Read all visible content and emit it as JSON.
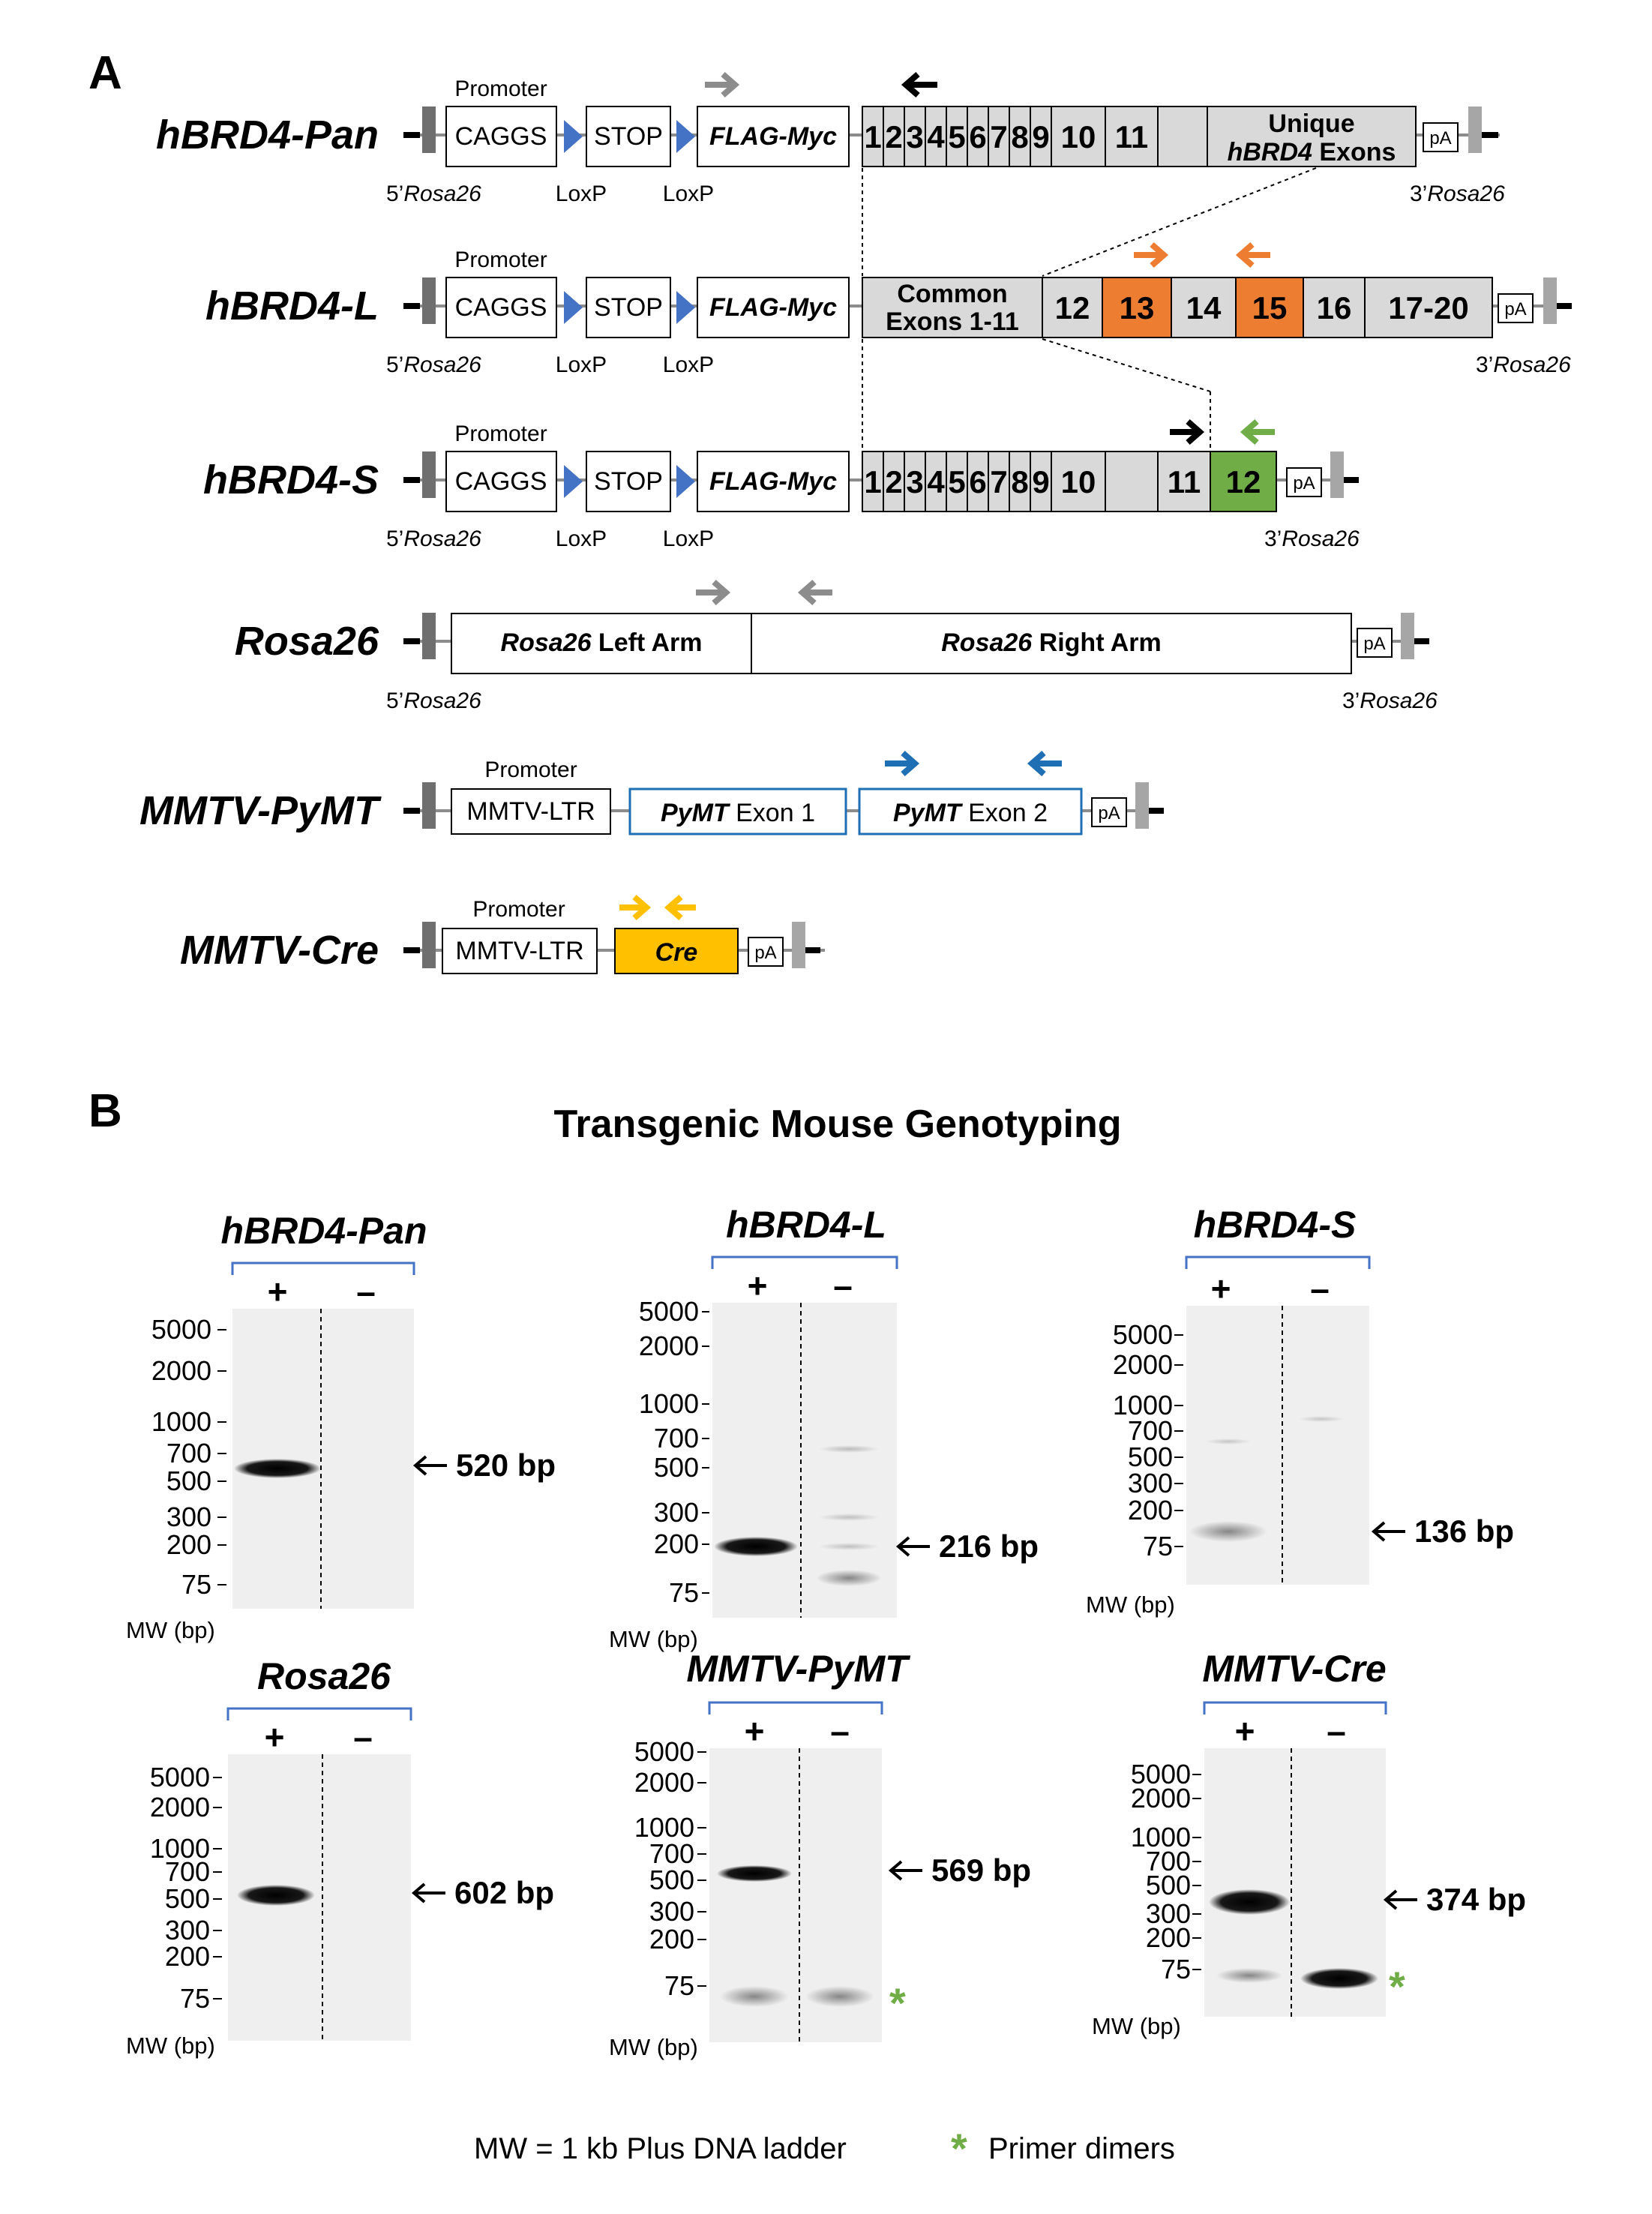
{
  "panel_a": {
    "letter": "A",
    "constructs": {
      "pan": {
        "name": "hBRD4-Pan",
        "promoter": "Promoter",
        "caggs": "CAGGS",
        "stop": "STOP",
        "flag": "FLAG-Myc",
        "exons": [
          "1",
          "2",
          "3",
          "4",
          "5",
          "6",
          "7",
          "8",
          "9",
          "10",
          "11"
        ],
        "unique_line1": "Unique",
        "unique_line2_italic": "hBRD4",
        "unique_line2": " Exons",
        "pa": "pA",
        "left_label_num": "5’",
        "left_label_it": "Rosa26",
        "loxp": "LoxP",
        "right_label_num": "3’",
        "right_label_it": "Rosa26"
      },
      "long": {
        "name": "hBRD4-L",
        "promoter": "Promoter",
        "caggs": "CAGGS",
        "stop": "STOP",
        "flag": "FLAG-Myc",
        "common_line1": "Common",
        "common_line2": "Exons 1-11",
        "exons": [
          "12",
          "13",
          "14",
          "15",
          "16",
          "17-20"
        ],
        "pa": "pA",
        "left_label_num": "5’",
        "left_label_it": "Rosa26",
        "loxp": "LoxP",
        "right_label_num": "3’",
        "right_label_it": "Rosa26"
      },
      "short": {
        "name": "hBRD4-S",
        "promoter": "Promoter",
        "caggs": "CAGGS",
        "stop": "STOP",
        "flag": "FLAG-Myc",
        "exons": [
          "1",
          "2",
          "3",
          "4",
          "5",
          "6",
          "7",
          "8",
          "9",
          "10",
          "11",
          "12"
        ],
        "pa": "pA",
        "left_label_num": "5’",
        "left_label_it": "Rosa26",
        "loxp": "LoxP",
        "right_label_num": "3’",
        "right_label_it": "Rosa26"
      },
      "rosa": {
        "name": "Rosa26",
        "left_arm_it": "Rosa26",
        "left_arm": " Left Arm",
        "right_arm_it": "Rosa26",
        "right_arm": " Right Arm",
        "pa": "pA",
        "left_label_num": "5’",
        "left_label_it": "Rosa26",
        "right_label_num": "3’",
        "right_label_it": "Rosa26"
      },
      "pymt": {
        "name": "MMTV-PyMT",
        "promoter": "Promoter",
        "ltr": "MMTV-LTR",
        "exon1_it": "PyMT",
        "exon1": " Exon 1",
        "exon2_it": "PyMT",
        "exon2": " Exon 2",
        "pa": "pA"
      },
      "cre": {
        "name": "MMTV-Cre",
        "promoter": "Promoter",
        "ltr": "MMTV-LTR",
        "cre": "Cre",
        "pa": "pA"
      }
    }
  },
  "panel_b": {
    "letter": "B",
    "title": "Transgenic Mouse Genotyping",
    "mw_label": "MW (bp)",
    "gels": [
      {
        "id": "pan",
        "name": "hBRD4-Pan",
        "plus": "+",
        "minus": "–",
        "ladder": [
          "5000",
          "2000",
          "1000",
          "700",
          "500",
          "300",
          "200",
          "75"
        ],
        "band": "520 bp",
        "star": ""
      },
      {
        "id": "long",
        "name": "hBRD4-L",
        "plus": "+",
        "minus": "–",
        "ladder": [
          "5000",
          "2000",
          "1000",
          "700",
          "500",
          "300",
          "200",
          "75"
        ],
        "band": "216 bp",
        "star": ""
      },
      {
        "id": "short",
        "name": "hBRD4-S",
        "plus": "+",
        "minus": "–",
        "ladder": [
          "5000",
          "2000",
          "1000",
          "700",
          "500",
          "300",
          "200",
          "75"
        ],
        "band": "136 bp",
        "star": ""
      },
      {
        "id": "rosa",
        "name": "Rosa26",
        "plus": "+",
        "minus": "–",
        "ladder": [
          "5000",
          "2000",
          "1000",
          "700",
          "500",
          "300",
          "200",
          "75"
        ],
        "band": "602 bp",
        "star": ""
      },
      {
        "id": "pymt",
        "name": "MMTV-PyMT",
        "plus": "+",
        "minus": "–",
        "ladder": [
          "5000",
          "2000",
          "1000",
          "700",
          "500",
          "300",
          "200",
          "75"
        ],
        "band": "569 bp",
        "star": "*"
      },
      {
        "id": "cre",
        "name": "MMTV-Cre",
        "plus": "+",
        "minus": "–",
        "ladder": [
          "5000",
          "2000",
          "1000",
          "700",
          "500",
          "300",
          "200",
          "75"
        ],
        "band": "374 bp",
        "star": "*"
      }
    ],
    "footer": {
      "ladder_note": "MW = 1 kb Plus DNA ladder",
      "star": "*",
      "star_note": "Primer dimers"
    }
  },
  "colors": {
    "exon_gray": "#d9d9d9",
    "orange": "#ed7d31",
    "green": "#70ad47",
    "loxp_blue": "#4472c4",
    "primer_gray": "#8c8c8c",
    "primer_blue": "#1f6fb5",
    "cre_yellow": "#ffc000",
    "bracket_blue": "#4472c4"
  }
}
